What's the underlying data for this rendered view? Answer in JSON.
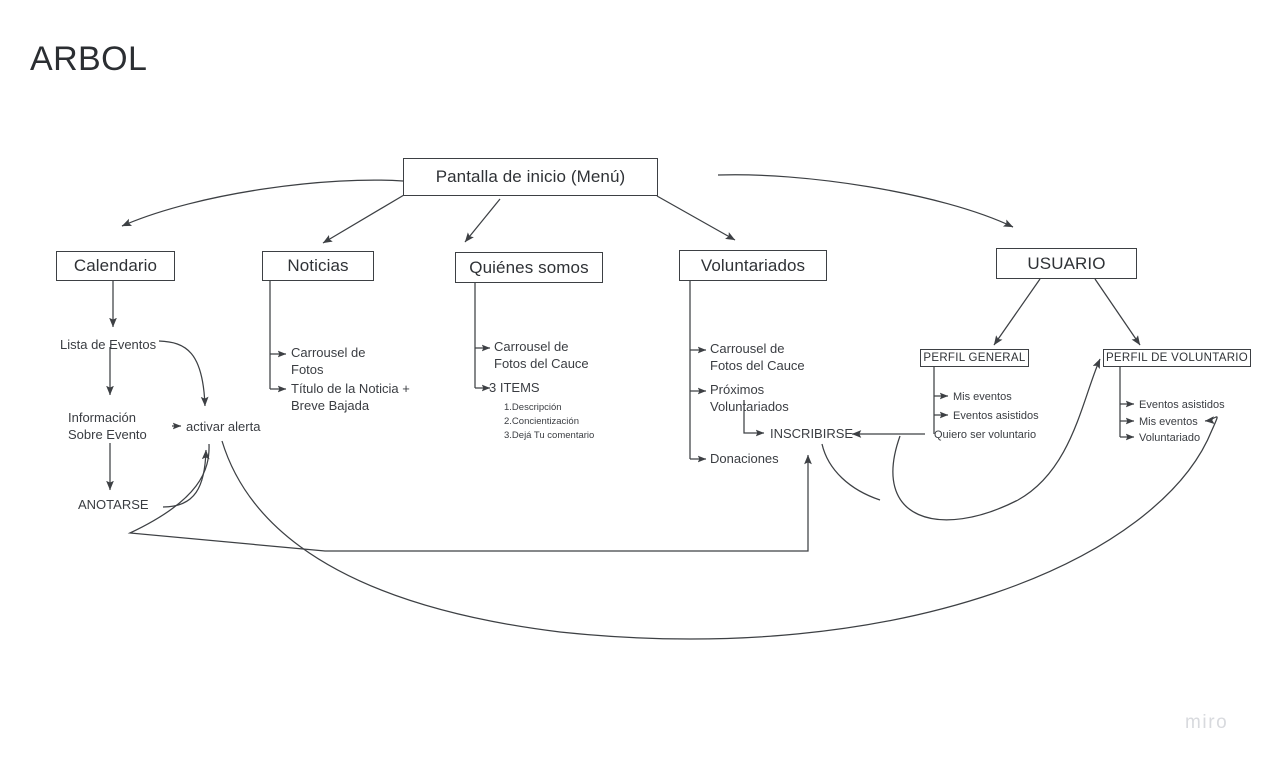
{
  "page": {
    "title": "ARBOL",
    "watermark": "miro",
    "background_color": "#ffffff",
    "stroke_color": "#3d4044",
    "text_color": "#3a3d42"
  },
  "nodes": {
    "root": {
      "label": "Pantalla de inicio (Menú)"
    },
    "level2": [
      {
        "id": "calendario",
        "label": "Calendario"
      },
      {
        "id": "noticias",
        "label": "Noticias"
      },
      {
        "id": "quienes-somos",
        "label": "Quiénes somos"
      },
      {
        "id": "voluntariados",
        "label": "Voluntariados"
      },
      {
        "id": "usuario",
        "label": "USUARIO"
      }
    ],
    "profiles": [
      {
        "id": "perfil-general",
        "label": "PERFIL GENERAL"
      },
      {
        "id": "perfil-voluntario",
        "label": "PERFIL DE VOLUNTARIO"
      }
    ]
  },
  "branches": {
    "calendario": {
      "step1": "Lista de Eventos",
      "step2": "Información\nSobre Evento",
      "step3": "ANOTARSE",
      "side": "activar alerta"
    },
    "noticias": {
      "item1": "Carrousel de\nFotos",
      "item2": "Título de la Noticia +\nBreve Bajada"
    },
    "quienes_somos": {
      "item1": "Carrousel de\nFotos del Cauce",
      "item2": "3 ITEMS",
      "sub_items": [
        "1.Descripción",
        "2.Concientización",
        "3.Dejá Tu comentario"
      ]
    },
    "voluntariados": {
      "item1": "Carrousel de\nFotos del Cauce",
      "item2": "Próximos\nVoluntariados",
      "item2_action": "INSCRIBIRSE",
      "item3": "Donaciones"
    },
    "perfil_general": {
      "items": [
        "Mis eventos",
        "Eventos asistidos",
        "Quiero ser voluntario"
      ]
    },
    "perfil_voluntario": {
      "items": [
        "Eventos asistidos",
        "Mis eventos",
        "Voluntariado"
      ]
    }
  }
}
